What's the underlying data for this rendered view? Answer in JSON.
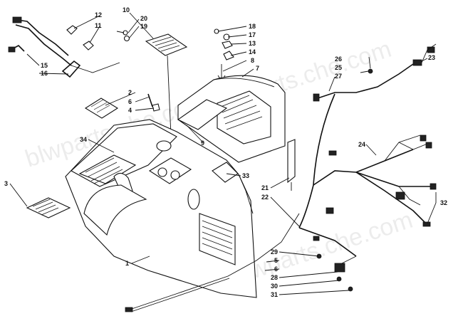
{
  "watermark": "blwparts.che.com",
  "callouts": [
    {
      "id": "c12",
      "text": "12"
    },
    {
      "id": "c11",
      "text": "11"
    },
    {
      "id": "c15",
      "text": "15"
    },
    {
      "id": "c16",
      "text": "16"
    },
    {
      "id": "c10",
      "text": "10"
    },
    {
      "id": "c20",
      "text": "20"
    },
    {
      "id": "c19",
      "text": "19"
    },
    {
      "id": "c18",
      "text": "18"
    },
    {
      "id": "c17",
      "text": "17"
    },
    {
      "id": "c13",
      "text": "13"
    },
    {
      "id": "c14",
      "text": "14"
    },
    {
      "id": "c8a",
      "text": "8"
    },
    {
      "id": "c7",
      "text": "7"
    },
    {
      "id": "c26",
      "text": "26"
    },
    {
      "id": "c25",
      "text": "25"
    },
    {
      "id": "c27",
      "text": "27"
    },
    {
      "id": "c23",
      "text": "23"
    },
    {
      "id": "c2",
      "text": "2"
    },
    {
      "id": "c6a",
      "text": "6"
    },
    {
      "id": "c4",
      "text": "4"
    },
    {
      "id": "c9",
      "text": "9"
    },
    {
      "id": "c34",
      "text": "34"
    },
    {
      "id": "c24",
      "text": "24"
    },
    {
      "id": "c33",
      "text": "33"
    },
    {
      "id": "c21",
      "text": "21"
    },
    {
      "id": "c22",
      "text": "22"
    },
    {
      "id": "c3",
      "text": "3"
    },
    {
      "id": "c32",
      "text": "32"
    },
    {
      "id": "c1",
      "text": "1"
    },
    {
      "id": "c29",
      "text": "29"
    },
    {
      "id": "c5",
      "text": "5"
    },
    {
      "id": "c6b",
      "text": "6"
    },
    {
      "id": "c28",
      "text": "28"
    },
    {
      "id": "c30",
      "text": "30"
    },
    {
      "id": "c31",
      "text": "31"
    }
  ]
}
